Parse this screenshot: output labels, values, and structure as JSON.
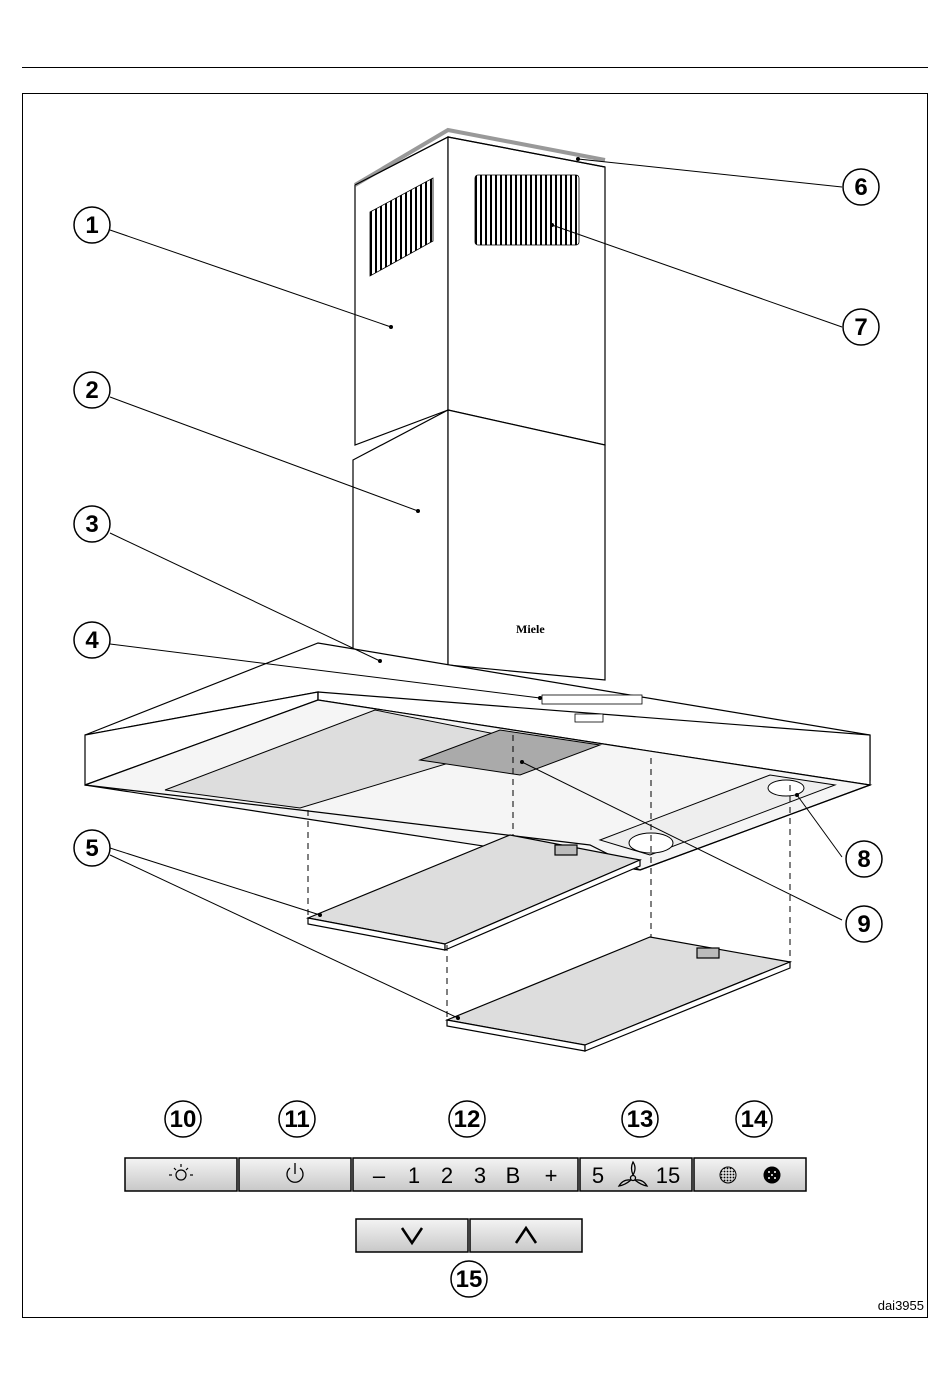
{
  "figure_id": "dai3955",
  "brand_mark": "Miele",
  "callouts": [
    {
      "label": "1"
    },
    {
      "label": "2"
    },
    {
      "label": "3"
    },
    {
      "label": "4"
    },
    {
      "label": "5"
    },
    {
      "label": "6"
    },
    {
      "label": "7"
    },
    {
      "label": "8"
    },
    {
      "label": "9"
    },
    {
      "label": "10"
    },
    {
      "label": "11"
    },
    {
      "label": "12"
    },
    {
      "label": "13"
    },
    {
      "label": "14"
    },
    {
      "label": "15"
    }
  ],
  "controls": {
    "fan_speed_keys": [
      "–",
      "1",
      "2",
      "3",
      "B",
      "+"
    ],
    "run_on_values": [
      "5",
      "15"
    ],
    "arrow_keys": [
      "∨",
      "∧"
    ]
  },
  "icons": [
    "light-bulb-icon",
    "power-icon",
    "fan-icon",
    "grease-filter-icon",
    "odour-filter-icon",
    "chevron-down-icon",
    "chevron-up-icon"
  ]
}
